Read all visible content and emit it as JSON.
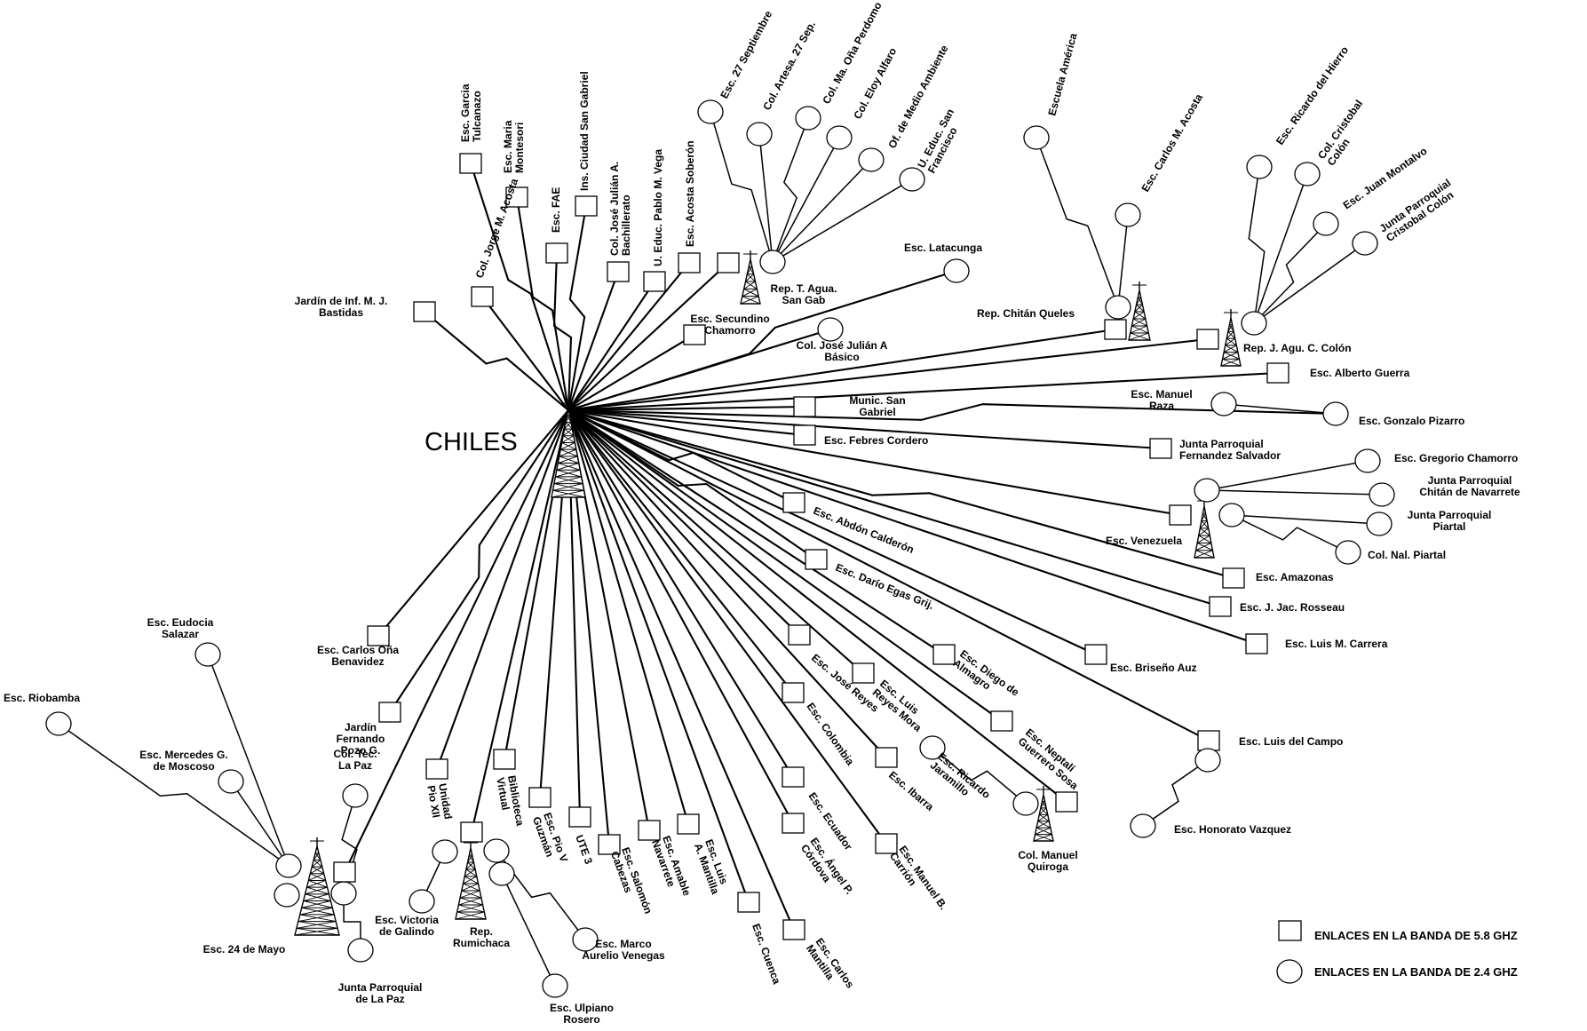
{
  "hub": {
    "label": "CHILES"
  },
  "legend": {
    "square": "ENLACES EN LA BANDA DE 5.8 GHZ",
    "circle": "ENLACES EN LA BANDA DE 2.4 GHZ"
  },
  "towers": {
    "chiles": "",
    "san_gabriel": "Rep. T. Agua.\nSan Gab",
    "chitan_queles": "Rep. Chitán Queles",
    "cristobal_colon": "Rep. J. Agu. C. Colón",
    "venezuela": "Esc. Venezuela",
    "manuel_quiroga": "Col. Manuel\nQuiroga",
    "rumichaca": "Rep.\nRumichaca",
    "la_paz": "Esc. 24 de Mayo"
  },
  "nodes": {
    "garcia_tulcanazo": "Esc. Garcia\nTulcanazo",
    "maria_montesori": "Esc. Maria\nMontesori",
    "ciudad_san_gabriel": "Ins. Ciudad San Gabriel",
    "fae": "Esc. FAE",
    "jorge_acosta": "Col. Jorge M. Acosta",
    "julian_bach": "Col. José Julián A.\nBachillerato",
    "pablo_vega": "U. Educ. Pablo M. Vega",
    "acosta_soberon": "Esc. Acosta Soberón",
    "jardin_bastidas": "Jardín de Inf. M. J.\nBastidas",
    "secundino": "Esc. Secundino\nChamorro",
    "julian_basico": "Col. José Julián A\nBásico",
    "latacunga": "Esc. Latacunga",
    "sep27": "Esc. 27 Septiembre",
    "artesa": "Col. Artesa. 27 Sep.",
    "perdomo": "Col. Ma. Oña Perdomo",
    "alfaro": "Col. Eloy Alfaro",
    "medio_ambiente": "Of. de Medio Ambiente",
    "san_francisco": "U. Educ. San\nFrancisco",
    "america": "Escuela América",
    "carlos_acosta": "Esc. Carlos M. Acosta",
    "ricardo_hierro": "Esc. Ricardo del Hierro",
    "col_colon": "Col. Cristobal\nColón",
    "juan_montalvo": "Esc. Juan Montalvo",
    "jp_colon": "Junta Parroquial\nCristobal Colón",
    "alberto_guerra": "Esc. Alberto Guerra",
    "munic": "Munic. San\nGabriel",
    "manuel_raza": "Esc. Manuel\nRaza",
    "gonzalo_pizarro": "Esc. Gonzalo Pizarro",
    "febres": "Esc. Febres Cordero",
    "jp_fernandez": "Junta Parroquial\nFernandez Salvador",
    "gregorio": "Esc. Gregorio Chamorro",
    "jp_navarrete": "Junta Parroquial\nChitán de Navarrete",
    "jp_piartal": "Junta Parroquial\nPiartal",
    "col_piartal": "Col. Nal. Piartal",
    "abdon": "Esc. Abdón Calderón",
    "amazonas": "Esc. Amazonas",
    "rosseau": "Esc. J. Jac. Rosseau",
    "carrera": "Esc. Luis M. Carrera",
    "dario": "Esc. Darío Egas Grij.",
    "almagro": "Esc. Diego de\nAlmagro",
    "briseno": "Esc. Briseño Auz",
    "luis_campo": "Esc. Luis del Campo",
    "honorato": "Esc. Honorato Vazquez",
    "jose_reyes": "Esc. José Reyes",
    "reyes_mora": "Esc. Luis\nReyes Mora",
    "neptali": "Esc. Neptalí\nGuerrero Sosa",
    "ricardo_jaramillo": "Esc. Ricardo\nJaramillo",
    "colombia": "Esc. Colombia",
    "ibarra": "Esc. Ibarra",
    "ecuador": "Esc. Ecuador",
    "angel_cordova": "Esc. Ángel P.\nCórdova",
    "manuel_carrion": "Esc. Manuel B.\nCarrión",
    "cuenca": "Esc. Cuenca",
    "carlos_mantilla": "Esc. Carlos\nMantilla",
    "luis_mantilla": "Esc. Luis\nA. Mantilla",
    "amable": "Esc. Amable\nNavarrete",
    "salomon": "Esc. Salomón\nCabezas",
    "ute3": "UTE 3",
    "pio_v": "Esc. Pio V\nGuzmán",
    "biblioteca": "Biblioteca\nVirtual",
    "pio_xii": "Unidad\nPio XII",
    "jardin_pozo": "Jardín\nFernando\nPozo G.",
    "carlos_ona": "Esc. Carlos Oña\nBenavidez",
    "victoria": "Esc. Victoria\nde Galindo",
    "marco": "Esc. Marco\nAurelio Venegas",
    "ulpiano": "Esc. Ulpiano\nRosero",
    "eudocia": "Esc. Eudocia\nSalazar",
    "riobamba": "Esc. Riobamba",
    "mercedes": "Esc. Mercedes G.\nde Moscoso",
    "col_la_paz": "Col. Tec.\nLa Paz",
    "jp_la_paz": "Junta Parroquial\nde La Paz"
  }
}
